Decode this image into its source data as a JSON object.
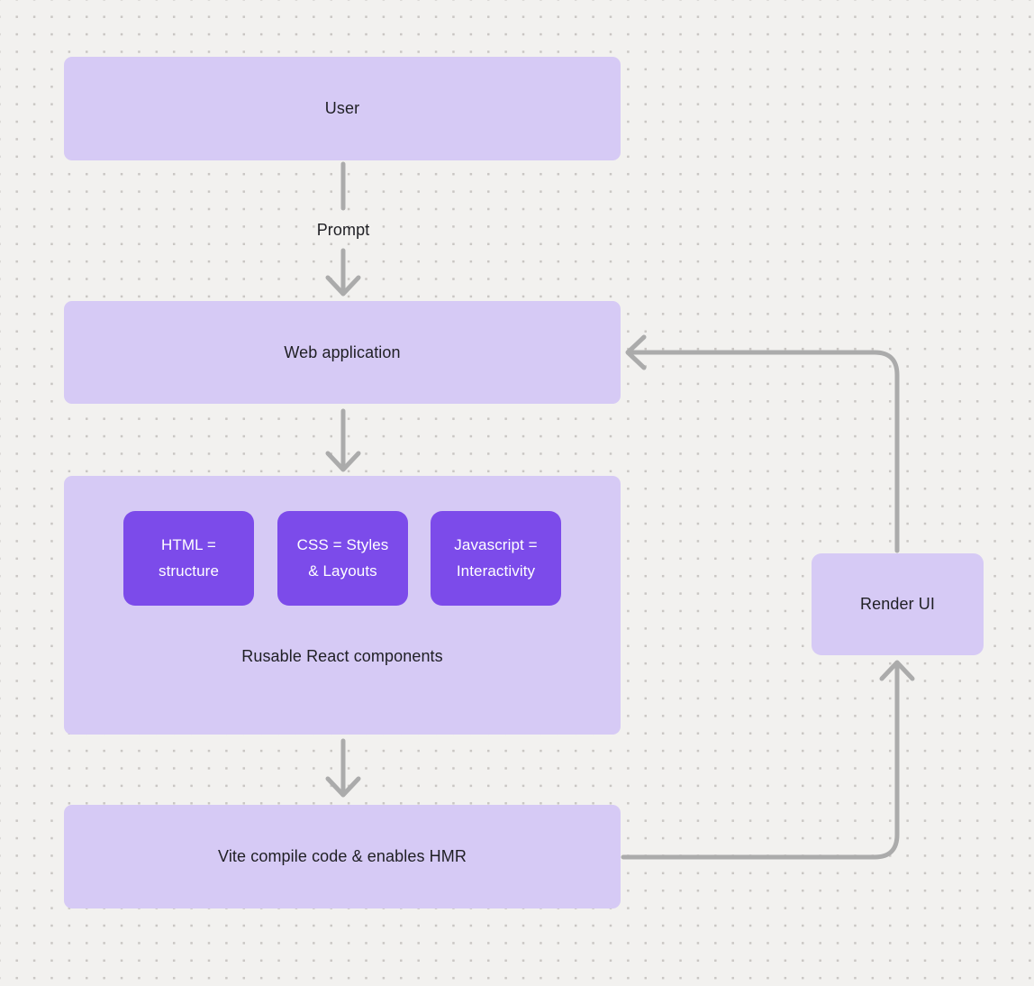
{
  "colors": {
    "background": "#F2F1EF",
    "dot_grid": "#C9C6C3",
    "node_fill": "#D6CAF5",
    "chip_fill": "#7C4BEA",
    "node_text": "#1F1F24",
    "chip_text": "#FFFFFF",
    "connector": "#ABABAB"
  },
  "nodes": {
    "user": {
      "label": "User"
    },
    "web_application": {
      "label": "Web application"
    },
    "components": {
      "caption": "Rusable React components",
      "chips": [
        {
          "label": "HTML = structure"
        },
        {
          "label": "CSS = Styles & Layouts"
        },
        {
          "label": "Javascript = Interactivity"
        }
      ]
    },
    "vite": {
      "label": "Vite compile code & enables HMR"
    },
    "render_ui": {
      "label": "Render UI"
    }
  },
  "edges": [
    {
      "from": "user",
      "to": "web_application",
      "label": "Prompt"
    },
    {
      "from": "web_application",
      "to": "components",
      "label": ""
    },
    {
      "from": "components",
      "to": "vite",
      "label": ""
    },
    {
      "from": "vite",
      "to": "render_ui",
      "label": ""
    },
    {
      "from": "render_ui",
      "to": "web_application",
      "label": ""
    }
  ]
}
